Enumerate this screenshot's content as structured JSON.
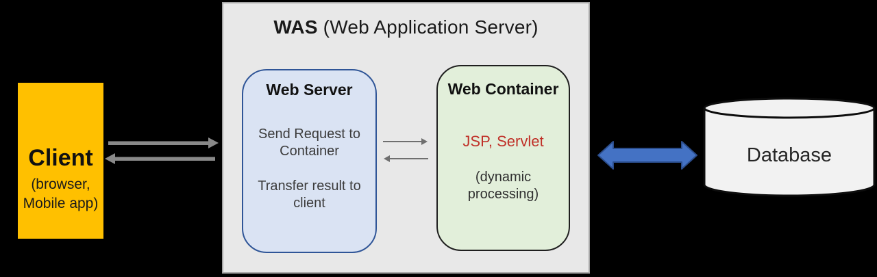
{
  "was_panel": {
    "title_bold": "WAS",
    "title_rest": " (Web Application Server)",
    "bg": "#e8e8e8"
  },
  "client_box": {
    "title": "Client",
    "subtitle": "(browser, Mobile app)",
    "bg": "#ffc000"
  },
  "web_server_box": {
    "title": "Web Server",
    "line1": "Send Request to Container",
    "line2": "Transfer result to client",
    "bg": "#dae3f3",
    "border_color": "#2f5597"
  },
  "web_container_box": {
    "title": "Web Container",
    "tech": "JSP, Servlet",
    "tech_color": "#c03028",
    "note": "(dynamic processing)",
    "bg": "#e2efda"
  },
  "database": {
    "label": "Database",
    "fill": "#f2f2f2"
  },
  "arrows": {
    "client_was_color": "#898989",
    "server_container_color": "#6f6f6f",
    "was_database_fill": "#4472c4",
    "was_database_stroke": "#2b4d8c"
  }
}
